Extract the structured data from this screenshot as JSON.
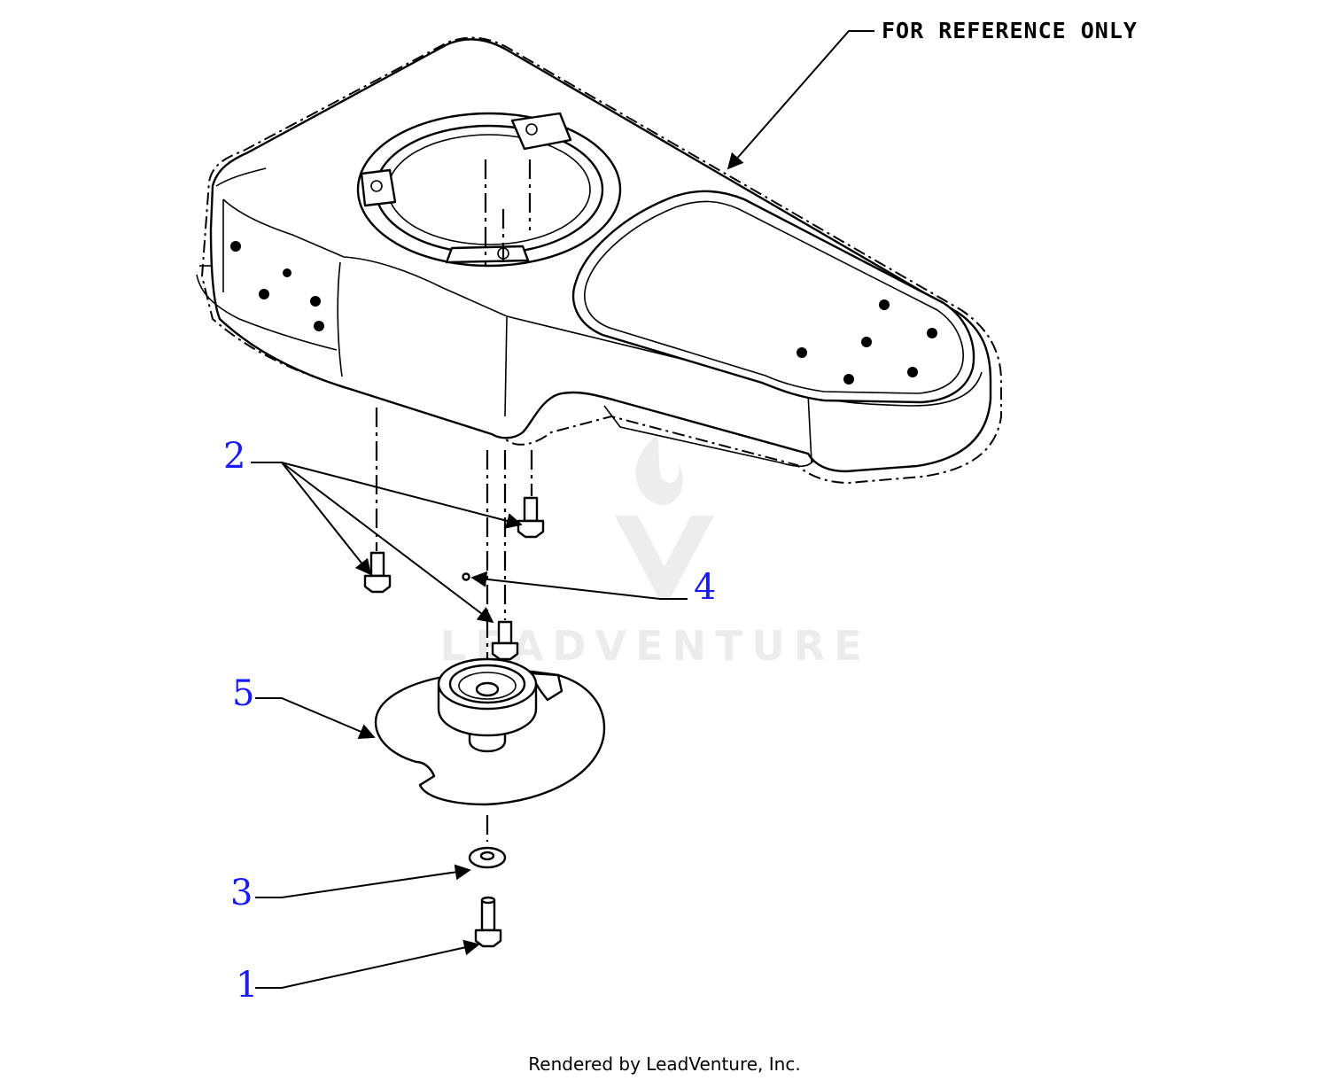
{
  "diagram": {
    "reference_note": "FOR REFERENCE ONLY",
    "callouts": [
      {
        "id": "1",
        "label": "1"
      },
      {
        "id": "2",
        "label": "2"
      },
      {
        "id": "3",
        "label": "3"
      },
      {
        "id": "4",
        "label": "4"
      },
      {
        "id": "5",
        "label": "5"
      }
    ],
    "watermark": "LEADVENTURE",
    "footer": "Rendered by LeadVenture, Inc."
  },
  "colors": {
    "callout_text": "#1a1aff",
    "line_art": "#000000",
    "watermark": "#ececec"
  },
  "icons": {
    "watermark_logo": "flame-v-logo-icon"
  }
}
